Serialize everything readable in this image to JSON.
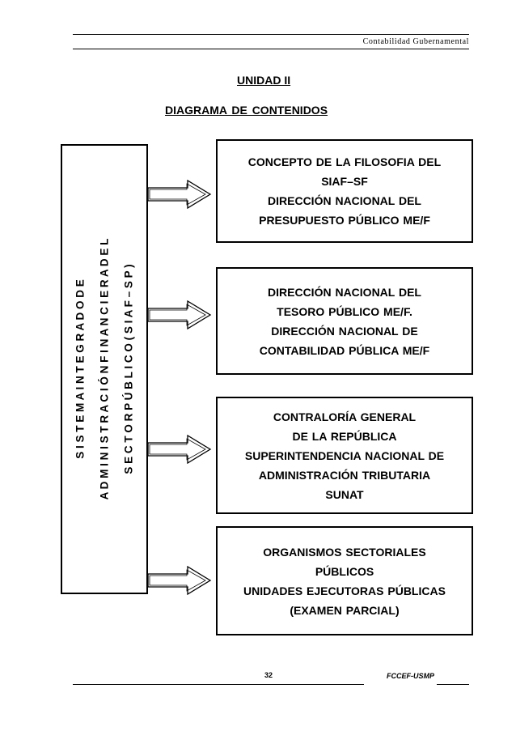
{
  "header": {
    "title": "Contabilidad Gubernamental"
  },
  "unit_title": "UNIDAD II",
  "diagram_title": "DIAGRAMA DE CONTENIDOS",
  "side_box": {
    "lines": [
      "S I S T E M A   I N T E G R A D O   D E",
      "A D M I N I S T R A C I Ó N   F I N A N C I E R A   D E L",
      "S E C T O R   P Ú B L I C O   ( S I A F – S P )"
    ]
  },
  "boxes": [
    {
      "lines": [
        "CONCEPTO DE LA FILOSOFIA DEL",
        "SIAF–SF",
        "DIRECCIÓN NACIONAL DEL",
        "PRESUPUESTO PÚBLICO ME/F"
      ]
    },
    {
      "lines": [
        "DIRECCIÓN NACIONAL DEL",
        "TESORO PÚBLICO ME/F.",
        "DIRECCIÓN NACIONAL DE",
        "CONTABILIDAD PÚBLICA ME/F"
      ]
    },
    {
      "lines": [
        "CONTRALORÍA GENERAL",
        "DE LA REPÚBLICA",
        "SUPERINTENDENCIA NACIONAL DE",
        "ADMINISTRACIÓN TRIBUTARIA",
        "SUNAT"
      ]
    },
    {
      "lines": [
        "ORGANISMOS SECTORIALES",
        "PÚBLICOS",
        "UNIDADES EJECUTORAS PÚBLICAS",
        "(EXAMEN PARCIAL)"
      ]
    }
  ],
  "footer": {
    "page_number": "32",
    "label": "FCCEF-USMP"
  }
}
